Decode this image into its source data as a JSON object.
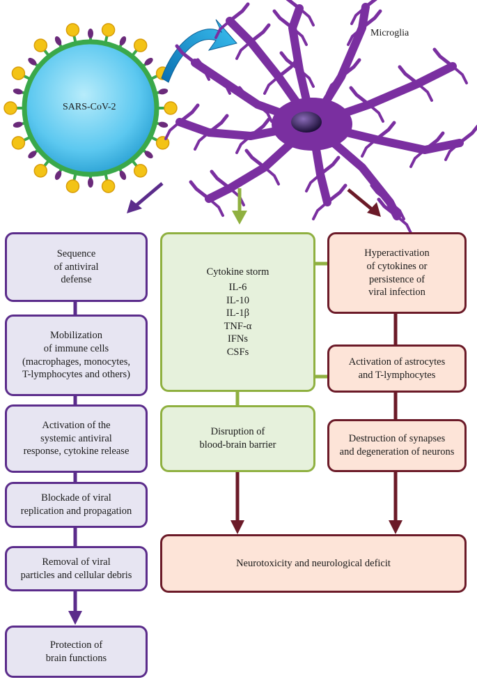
{
  "labels": {
    "virus": "SARS-CoV-2",
    "microglia": "Microglia"
  },
  "left_column": [
    {
      "lines": [
        "Sequence",
        "of antiviral",
        "defense"
      ]
    },
    {
      "lines": [
        "Mobilization",
        "of immune cells",
        "(macrophages, monocytes,",
        "T-lymphocytes and others)"
      ]
    },
    {
      "lines": [
        "Activation of the",
        "systemic antiviral",
        "response, cytokine release"
      ]
    },
    {
      "lines": [
        "Blockade of viral",
        "replication and propagation"
      ]
    },
    {
      "lines": [
        "Removal of viral",
        "particles and cellular debris"
      ]
    },
    {
      "lines": [
        "Protection of",
        "brain functions"
      ]
    }
  ],
  "middle_column": {
    "cytokine_box": {
      "title": "Cytokine storm",
      "items": [
        "IL-6",
        "IL-10",
        "IL-1β",
        "TNF-α",
        "IFNs",
        "CSFs"
      ]
    },
    "bbb_box": {
      "lines": [
        "Disruption of",
        "blood-brain barrier"
      ]
    }
  },
  "right_column": [
    {
      "lines": [
        "Hyperactivation",
        "of cytokines or",
        "persistence of",
        "viral infection"
      ]
    },
    {
      "lines": [
        "Activation of astrocytes",
        "and T-lymphocytes"
      ]
    },
    {
      "lines": [
        "Destruction of synapses",
        "and degeneration of neurons"
      ]
    }
  ],
  "bottom_box": {
    "text": "Neurotoxicity and neurological deficit"
  },
  "colors": {
    "purple": "#5b2c8b",
    "purple_fill": "#e7e5f2",
    "green": "#8fb040",
    "green_fill": "#e6f1dc",
    "maroon": "#6b1a28",
    "salmon_fill": "#fde4d8",
    "virus_core": "#5cc8f0",
    "spike": "#f3c316",
    "membrane": "#3aa84a",
    "microglia": "#7a2fa0",
    "nucleus": "#2d1850",
    "curved_arrow": "#1f97d6"
  }
}
